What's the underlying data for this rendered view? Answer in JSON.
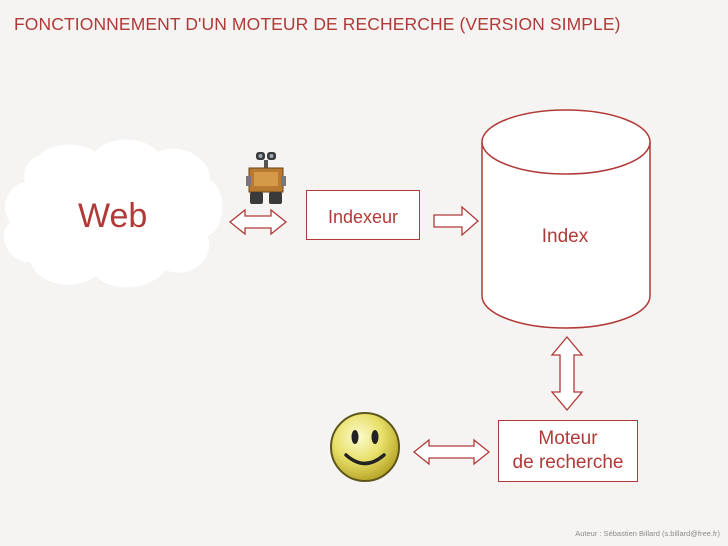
{
  "title": "FONCTIONNEMENT D'UN MOTEUR DE RECHERCHE (VERSION SIMPLE)",
  "nodes": {
    "web": "Web",
    "indexeur": "Indexeur",
    "index": "Index",
    "moteur_line1": "Moteur",
    "moteur_line2": "de recherche"
  },
  "footer": "Auteur : Sébastien Billard (s.billard@free.fr)",
  "icons": {
    "robot": "robot-icon",
    "user": "smiley-icon"
  },
  "colors": {
    "accent": "#b03a38",
    "background": "#f6f4f2",
    "shape_fill": "#ffffff"
  }
}
